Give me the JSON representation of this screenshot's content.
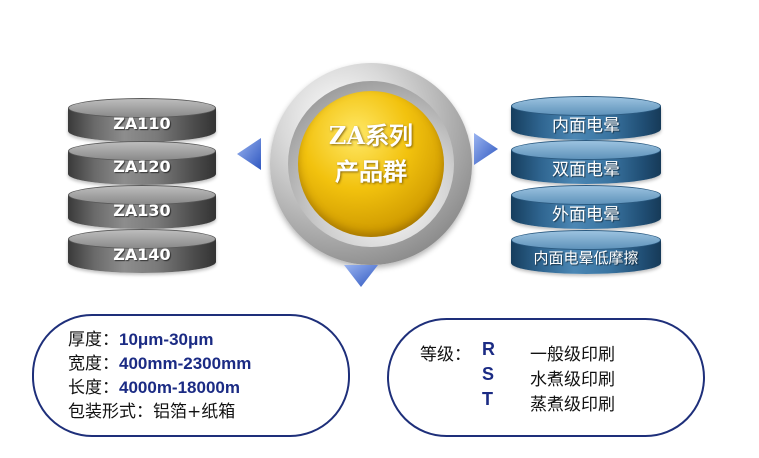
{
  "center": {
    "line1": "ZA系列",
    "line2": "产品群"
  },
  "left_stack": [
    "ZA110",
    "ZA120",
    "ZA130",
    "ZA140"
  ],
  "right_stack": [
    "内面电晕",
    "双面电晕",
    "外面电晕",
    "内面电晕低摩擦"
  ],
  "specs": [
    {
      "label": "厚度：",
      "value": "10μm-30μm"
    },
    {
      "label": "宽度：",
      "value": "400mm-2300mm"
    },
    {
      "label": "长度：",
      "value": "4000m-18000m"
    },
    {
      "label": "包装形式：",
      "value": "铝箔+纸箱"
    }
  ],
  "grades": {
    "title": "等级：",
    "items": [
      {
        "code": "R",
        "desc": "一般级印刷"
      },
      {
        "code": "S",
        "desc": "水煮级印刷"
      },
      {
        "code": "T",
        "desc": "蒸煮级印刷"
      }
    ]
  },
  "colors": {
    "gold": "#f2c20e",
    "navy": "#1b2b84",
    "grey": "#7a7a7a",
    "blue": "#3a75a2",
    "arrow": "#4a6fd0"
  }
}
